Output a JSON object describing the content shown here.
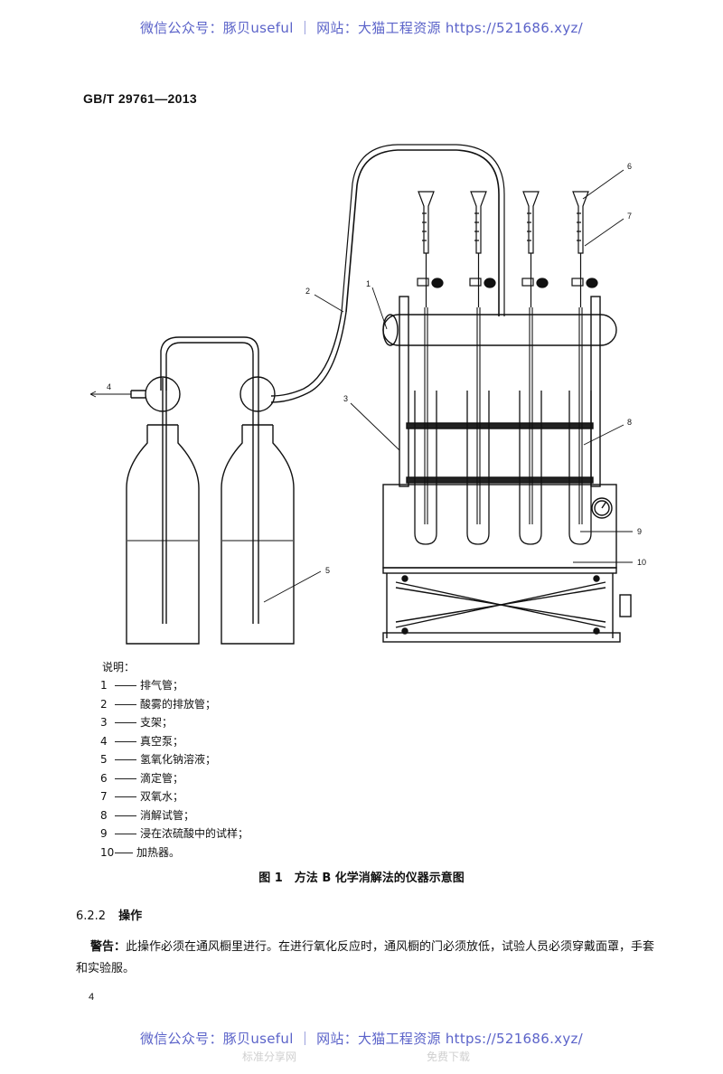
{
  "watermark": {
    "text": "微信公众号：豚贝useful ｜ 网站：大猫工程资源 https://521686.xyz/",
    "faint_left": "标准分享网",
    "faint_right": "免费下载"
  },
  "header": {
    "standard_no": "GB/T 29761—2013"
  },
  "figure": {
    "callouts": [
      "1",
      "2",
      "3",
      "4",
      "5",
      "6",
      "7",
      "8",
      "9",
      "10"
    ],
    "legend_title": "说明：",
    "legend": [
      {
        "num": "1",
        "text": "排气管；"
      },
      {
        "num": "2",
        "text": "酸雾的排放管；"
      },
      {
        "num": "3",
        "text": "支架；"
      },
      {
        "num": "4",
        "text": "真空泵；"
      },
      {
        "num": "5",
        "text": "氢氧化钠溶液；"
      },
      {
        "num": "6",
        "text": "滴定管；"
      },
      {
        "num": "7",
        "text": "双氧水；"
      },
      {
        "num": "8",
        "text": "消解试管；"
      },
      {
        "num": "9",
        "text": "浸在浓硫酸中的试样；"
      },
      {
        "num": "10",
        "text": "加热器。"
      }
    ],
    "caption": "图 1　方法 B 化学消解法的仪器示意图"
  },
  "section": {
    "number": "6.2.2",
    "title": "操作"
  },
  "warning": {
    "label": "警告：",
    "text": "此操作必须在通风橱里进行。在进行氧化反应时，通风橱的门必须放低，试验人员必须穿戴面罩，手套和实验服。"
  },
  "page_number": "4"
}
